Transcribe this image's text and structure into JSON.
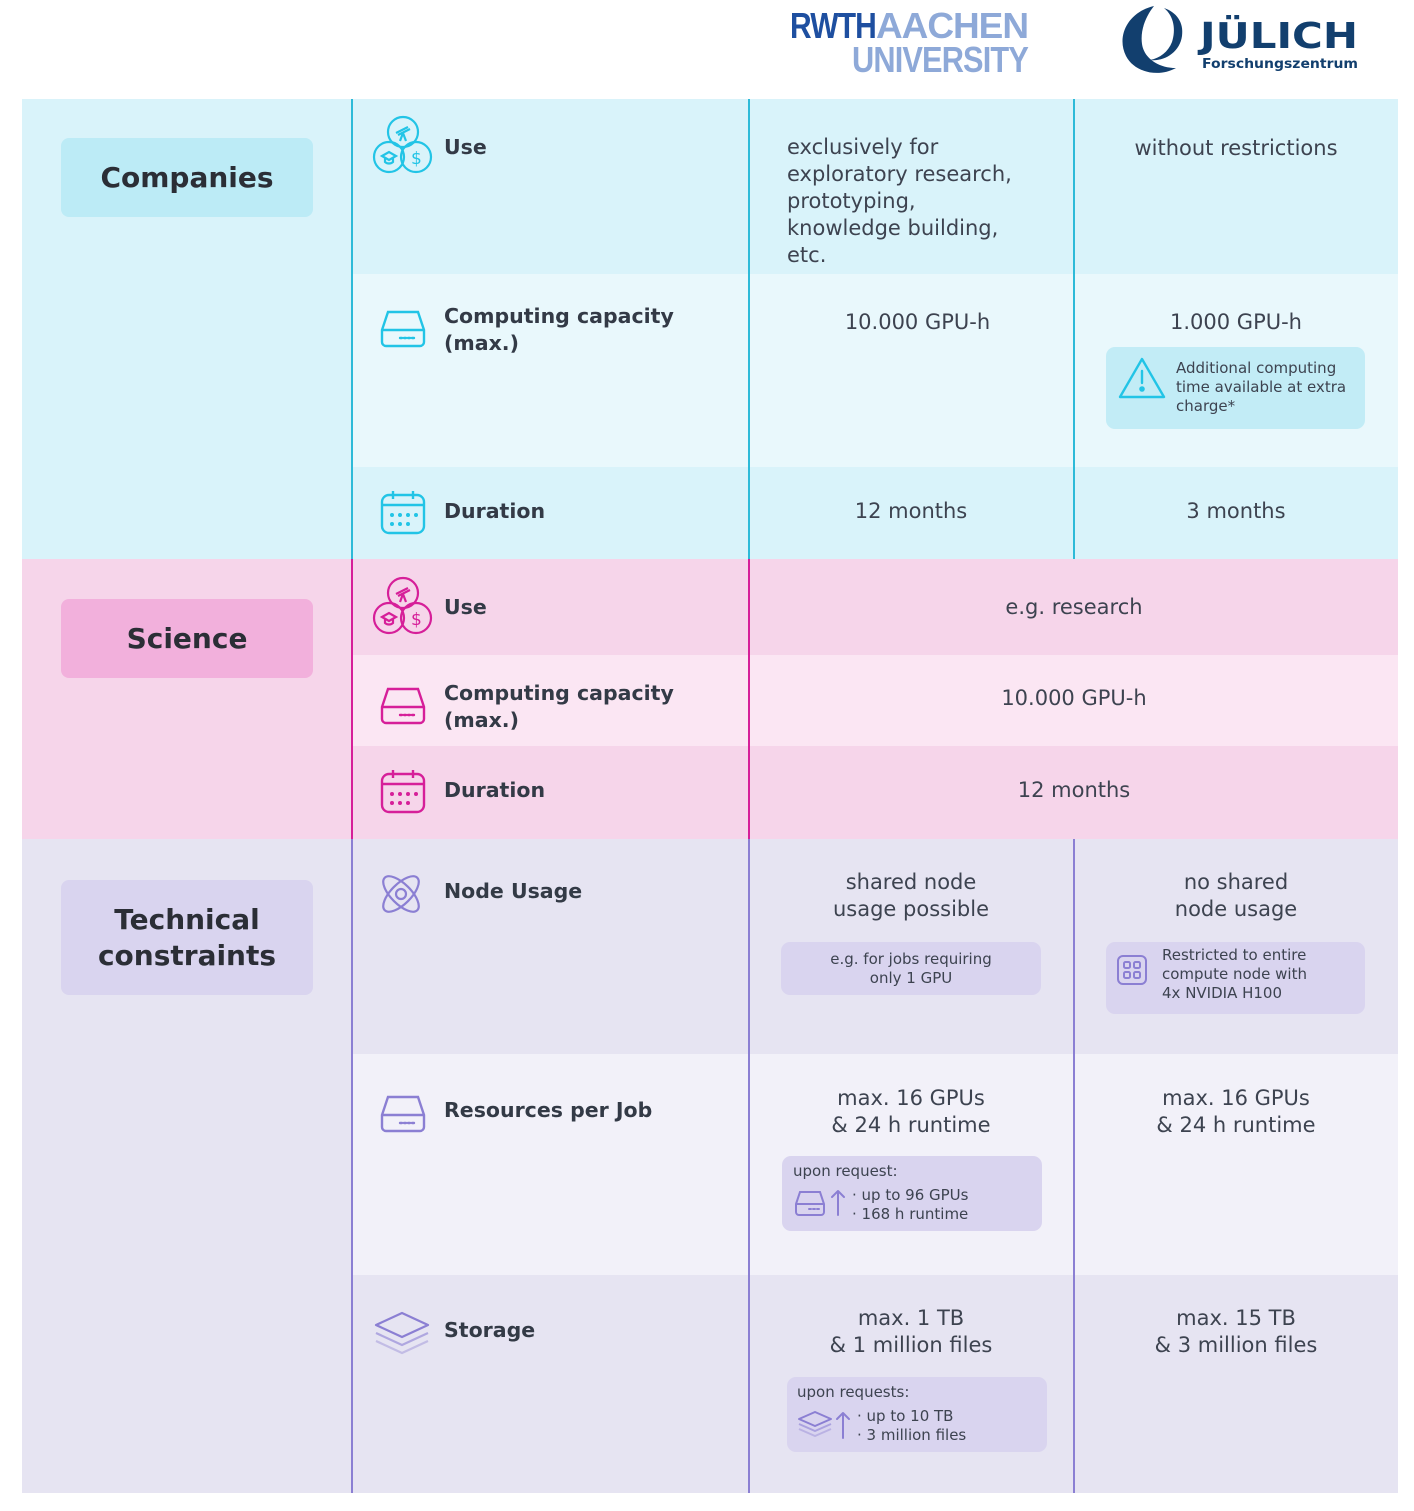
{
  "logos": {
    "rwth_line1_bold": "RWTH",
    "rwth_line1_light": "AACHEN",
    "rwth_line2": "UNIVERSITY",
    "juelich_name": "JÜLICH",
    "juelich_sub": "Forschungszentrum",
    "rwth_dark_color": "#1e4fa0",
    "rwth_light_color": "#8ea9d8",
    "juelich_color": "#123f6e"
  },
  "colors": {
    "companies_bg": "#d9f3fa",
    "companies_bg_alt": "#e9f8fc",
    "companies_accent": "#22c4e6",
    "companies_badge": "#bcebf6",
    "companies_line": "#2dbad8",
    "science_bg": "#f6d5ea",
    "science_bg_alt": "#fbe6f3",
    "science_accent": "#d61f99",
    "science_badge": "#f2b0dc",
    "tech_bg": "#e6e4f2",
    "tech_bg_alt": "#f2f1f9",
    "tech_accent": "#8b7fd3",
    "tech_badge": "#d9d4ef",
    "note_companies": "#c2ecf6",
    "note_tech": "#d9d4ef"
  },
  "companies": {
    "title": "Companies",
    "use": {
      "label": "Use",
      "icon": "use-icon",
      "rwth": "exclusively for\nexploratory research,\nprototyping,\nknowledge building,\netc.",
      "juelich": "without restrictions"
    },
    "capacity": {
      "label": "Computing capacity\n(max.)",
      "icon": "server-icon",
      "rwth": "10.000 GPU-h",
      "juelich": "1.000 GPU-h",
      "juelich_note": "Additional computing\ntime available at extra\ncharge*",
      "note_icon": "warning-icon"
    },
    "duration": {
      "label": "Duration",
      "icon": "calendar-icon",
      "rwth": "12 months",
      "juelich": "3 months"
    }
  },
  "science": {
    "title": "Science",
    "use": {
      "label": "Use",
      "icon": "use-icon",
      "value": "e.g. research"
    },
    "capacity": {
      "label": "Computing capacity\n(max.)",
      "icon": "server-icon",
      "value": "10.000 GPU-h"
    },
    "duration": {
      "label": "Duration",
      "icon": "calendar-icon",
      "value": "12 months"
    }
  },
  "technical": {
    "title": "Technical\nconstraints",
    "node_usage": {
      "label": "Node Usage",
      "icon": "atom-icon",
      "rwth": "shared node\nusage possible",
      "rwth_note": "e.g. for jobs requiring\nonly 1 GPU",
      "juelich": "no shared\nnode usage",
      "juelich_note": "Restricted to entire\ncompute node with\n4x NVIDIA H100",
      "juelich_note_icon": "grid-icon"
    },
    "resources": {
      "label": "Resources per Job",
      "icon": "server-icon",
      "rwth": "max. 16 GPUs\n& 24 h runtime",
      "rwth_note_title": "upon request:",
      "rwth_note_items": "· up to 96 GPUs\n· 168 h runtime",
      "rwth_note_icon": "server-up-icon",
      "juelich": "max. 16 GPUs\n& 24 h runtime"
    },
    "storage": {
      "label": "Storage",
      "icon": "layers-icon",
      "rwth": "max. 1 TB\n& 1 million files",
      "rwth_note_title": "upon requests:",
      "rwth_note_items": "· up to 10 TB\n· 3 million files",
      "rwth_note_icon": "layers-up-icon",
      "juelich": "max. 15 TB\n& 3 million files"
    }
  }
}
